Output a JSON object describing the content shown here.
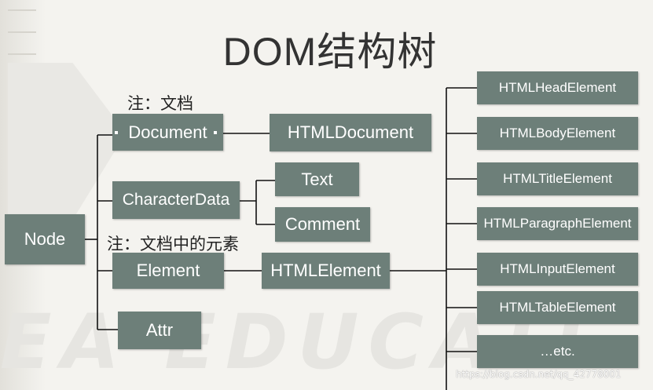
{
  "title": "DOM结构树",
  "notes": {
    "document_note": "注：文档",
    "element_note": "注：文档中的元素"
  },
  "nodes": {
    "node": "Node",
    "document": "Document",
    "character_data": "CharacterData",
    "element": "Element",
    "attr": "Attr",
    "html_document": "HTMLDocument",
    "text": "Text",
    "comment": "Comment",
    "html_element": "HTMLElement"
  },
  "html_element_children": [
    "HTMLHeadElement",
    "HTMLBodyElement",
    "HTMLTitleElement",
    "HTMLParagraphElement",
    "HTMLInputElement",
    "HTMLTableElement",
    "…etc."
  ],
  "watermark": "EA EDUCATI",
  "source_url": "https://blog.csdn.net/qq_42778001",
  "colors": {
    "box_fill": "#6d7f79",
    "box_text": "#ffffff",
    "background": "#f4f3ef",
    "line": "#111111"
  }
}
